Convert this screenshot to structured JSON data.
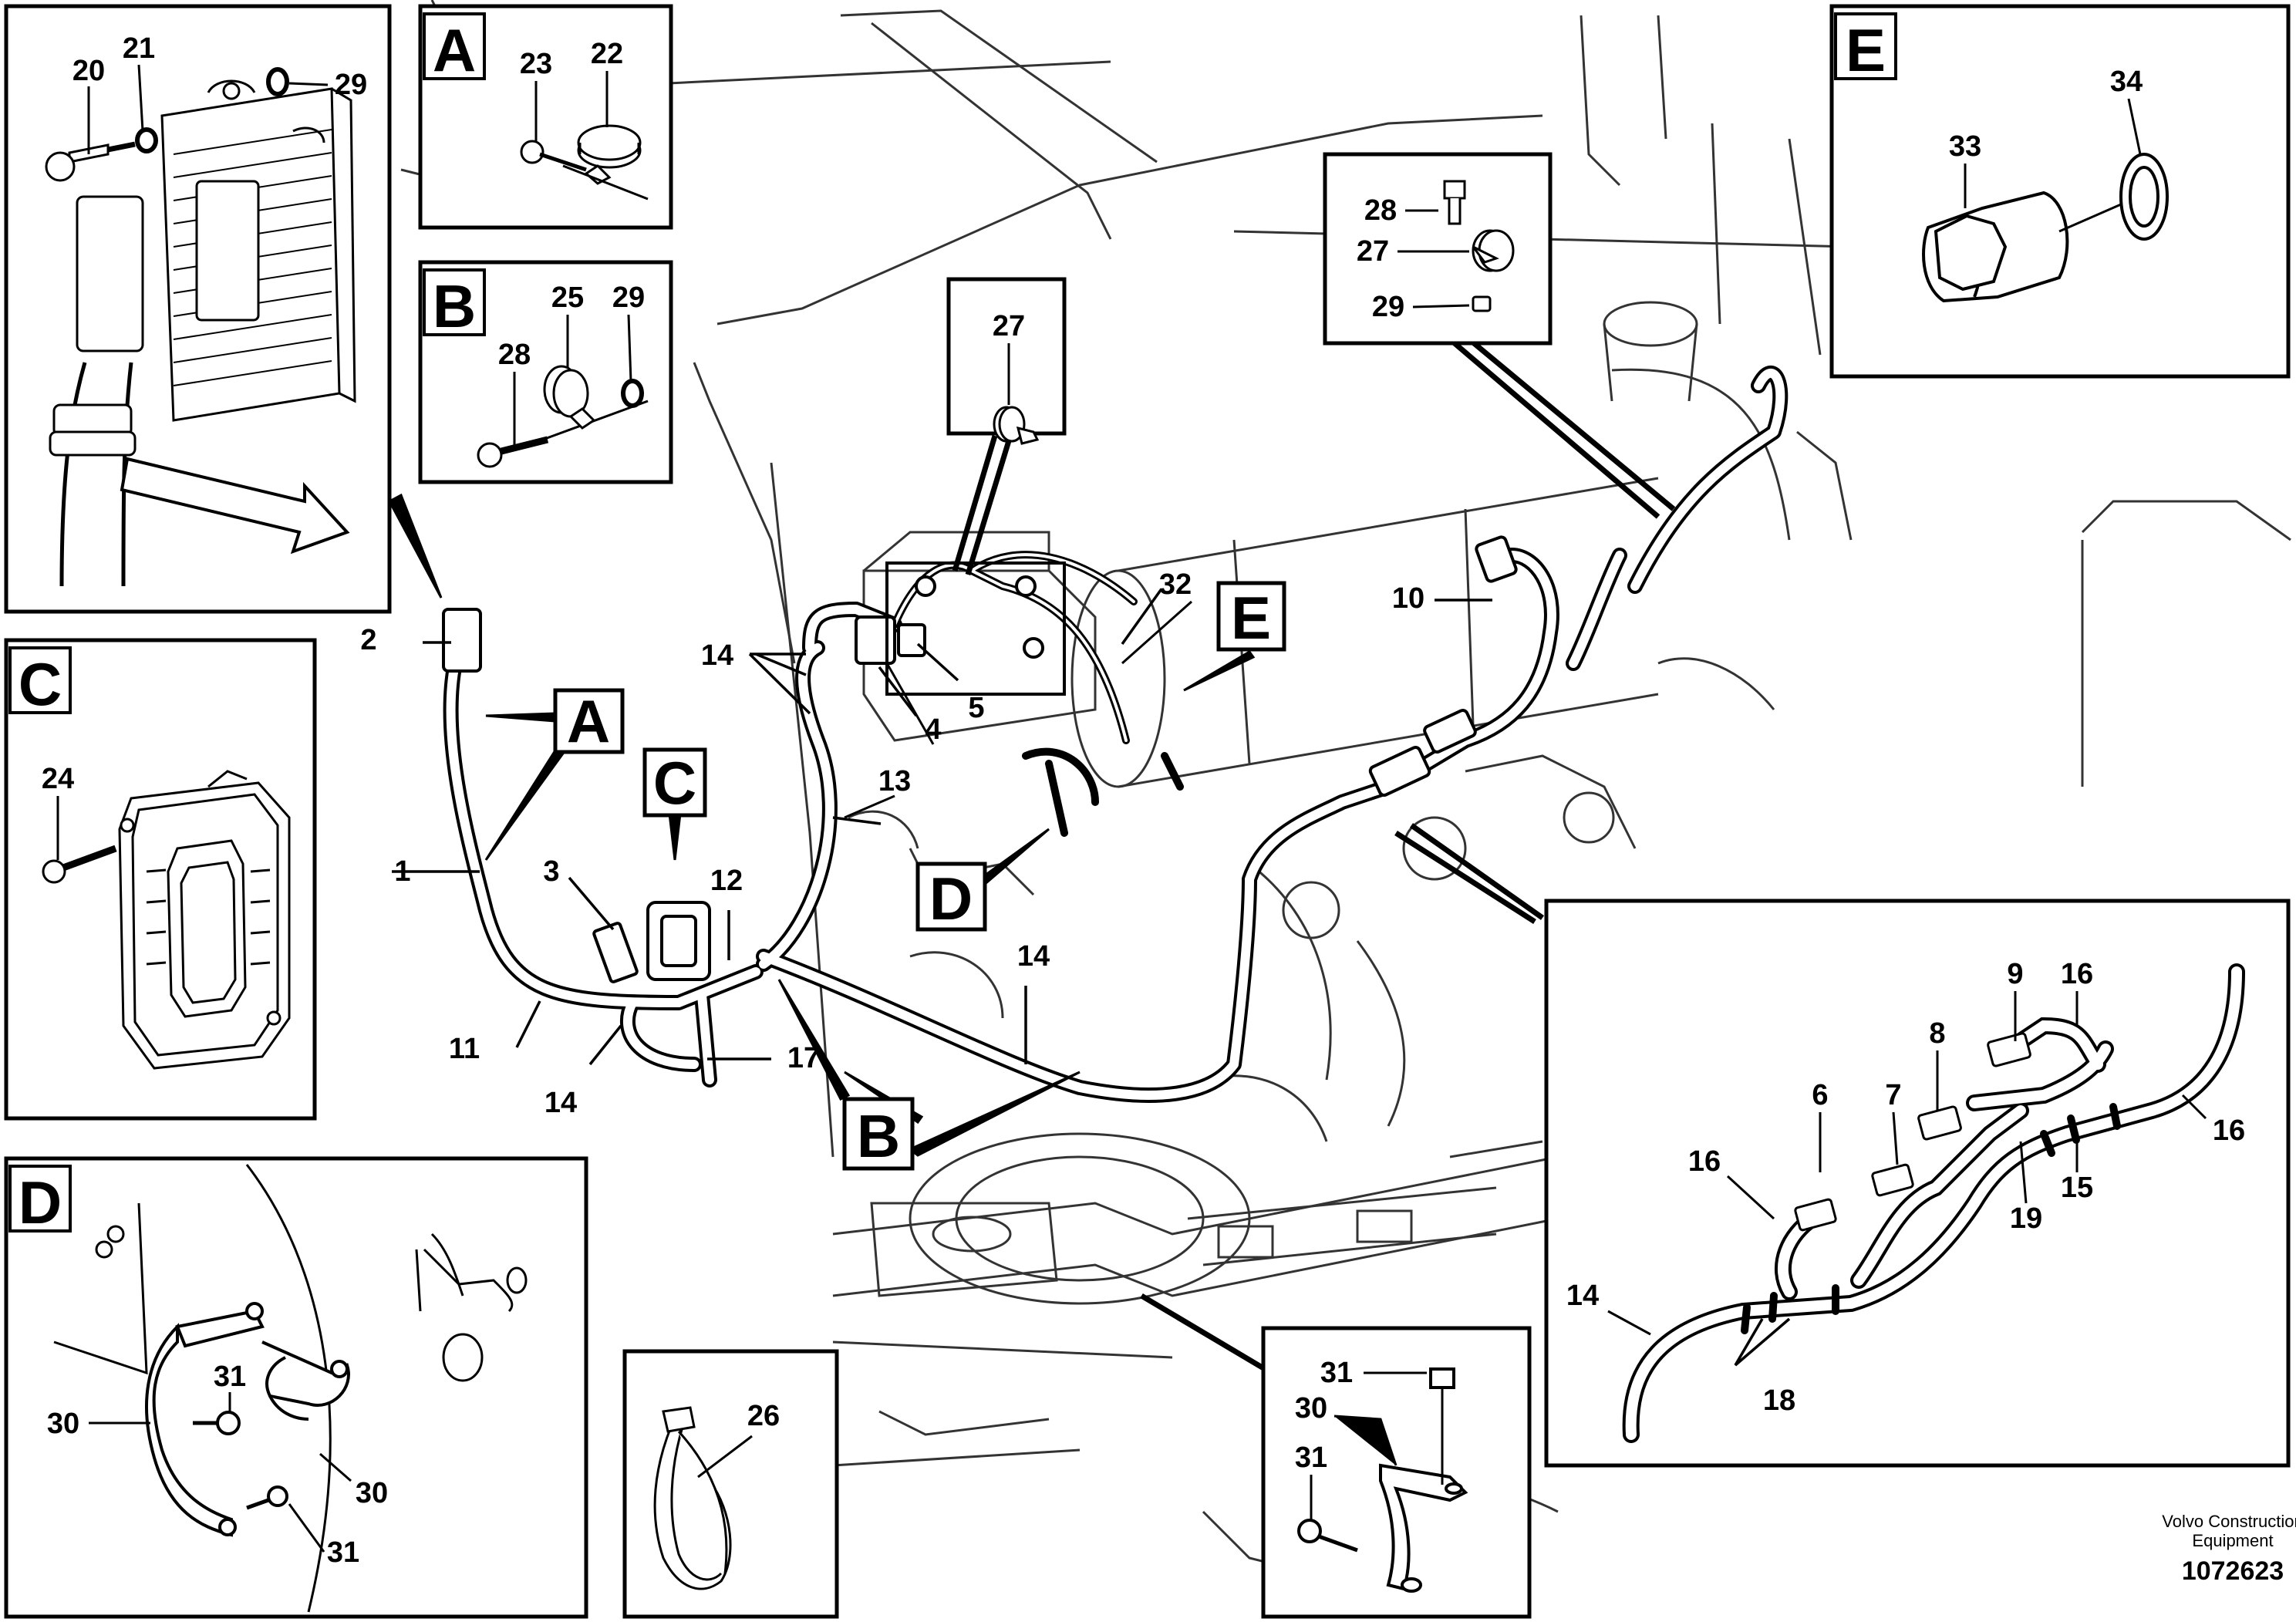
{
  "callouts": {
    "A": "A",
    "B": "B",
    "C": "C",
    "D": "D",
    "E": "E"
  },
  "inset_A_labels": [
    "23",
    "22"
  ],
  "inset_B_labels": [
    "28",
    "25",
    "29"
  ],
  "inset_C_labels": [
    "24"
  ],
  "inset_D_labels": [
    "30",
    "31",
    "30",
    "31"
  ],
  "inset_E_labels": [
    "33",
    "34"
  ],
  "ecu_inset_labels": [
    "20",
    "21",
    "29"
  ],
  "clamp_27_labels": [
    "27"
  ],
  "bolt_stack_labels": [
    "28",
    "27",
    "29"
  ],
  "tie_labels": [
    "26"
  ],
  "clip_inset_labels": [
    "31",
    "30",
    "31"
  ],
  "harness_inset_labels": [
    "9",
    "16",
    "8",
    "6",
    "7",
    "16",
    "16",
    "19",
    "15",
    "14",
    "18"
  ],
  "main_labels": [
    "2",
    "14",
    "4",
    "5",
    "32",
    "10",
    "13",
    "1",
    "3",
    "12",
    "11",
    "14",
    "17",
    "14"
  ],
  "footer": {
    "company_line1": "Volvo Construction",
    "company_line2": "Equipment",
    "drawing_number": "1072623"
  }
}
